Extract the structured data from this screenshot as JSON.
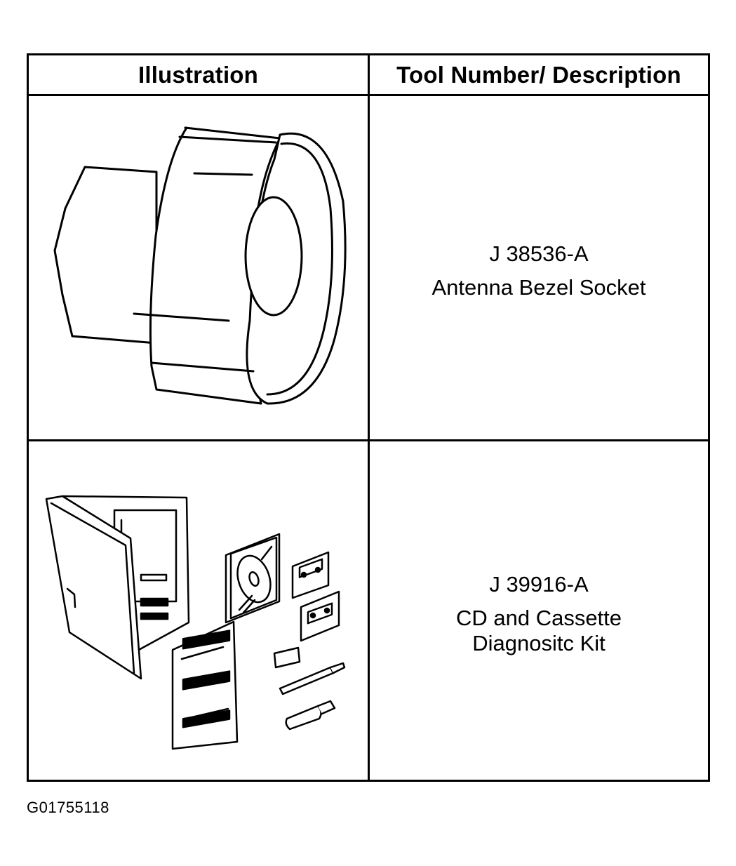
{
  "table": {
    "headers": {
      "illustration": "Illustration",
      "description": "Tool Number/ Description"
    },
    "rows": [
      {
        "tool_number": "J 38536-A",
        "description_lines": [
          "Antenna Bezel Socket"
        ],
        "illustration_icon": "antenna-bezel-socket-icon"
      },
      {
        "tool_number": "J 39916-A",
        "description_lines": [
          "CD and Cassette",
          "Diagnositc Kit"
        ],
        "illustration_icon": "cd-cassette-diagnostic-kit-icon"
      }
    ]
  },
  "figure_id": "G01755118"
}
